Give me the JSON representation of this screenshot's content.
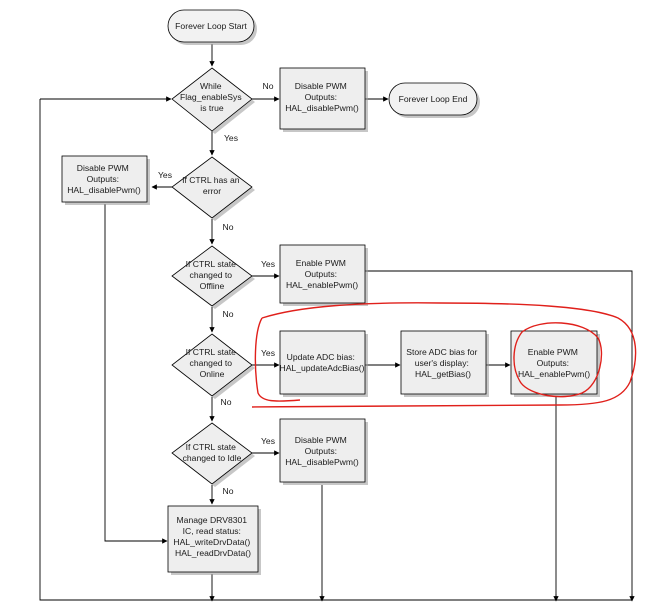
{
  "colors": {
    "node_fill": "#eeeeee",
    "stroke": "#000000",
    "annotation": "#e0201b"
  },
  "nodes": {
    "start": [
      "Forever Loop Start"
    ],
    "while": [
      "While",
      "Flag_enableSys",
      "is true"
    ],
    "disable_top": [
      "Disable PWM",
      "Outputs:",
      "HAL_disablePwm()"
    ],
    "end": [
      "Forever Loop End"
    ],
    "ctrl_error": [
      "If CTRL has an",
      "error"
    ],
    "disable_left": [
      "Disable PWM",
      "Outputs:",
      "HAL_disablePwm()"
    ],
    "offline": [
      "If CTRL state",
      "changed to",
      "Offline"
    ],
    "enable_offline": [
      "Enable PWM",
      "Outputs:",
      "HAL_enablePwm()"
    ],
    "online": [
      "If CTRL state",
      "changed to",
      "Online"
    ],
    "update_adc": [
      "Update ADC bias:",
      "HAL_updateAdcBias()"
    ],
    "store_adc": [
      "Store ADC bias for",
      "user's display:",
      "HAL_getBias()"
    ],
    "enable_online": [
      "Enable PWM",
      "Outputs:",
      "HAL_enablePwm()"
    ],
    "idle": [
      "If CTRL state",
      "changed to Idle"
    ],
    "disable_idle": [
      "Disable PWM",
      "Outputs:",
      "HAL_disablePwm()"
    ],
    "manage": [
      "Manage DRV8301",
      "IC, read status:",
      "HAL_writeDrvData()",
      "HAL_readDrvData()"
    ]
  },
  "edge_labels": {
    "while_no": "No",
    "while_yes": "Yes",
    "error_yes": "Yes",
    "error_no": "No",
    "offline_yes": "Yes",
    "offline_no": "No",
    "online_yes": "Yes",
    "online_no": "No",
    "idle_yes": "Yes",
    "idle_no": "No"
  }
}
